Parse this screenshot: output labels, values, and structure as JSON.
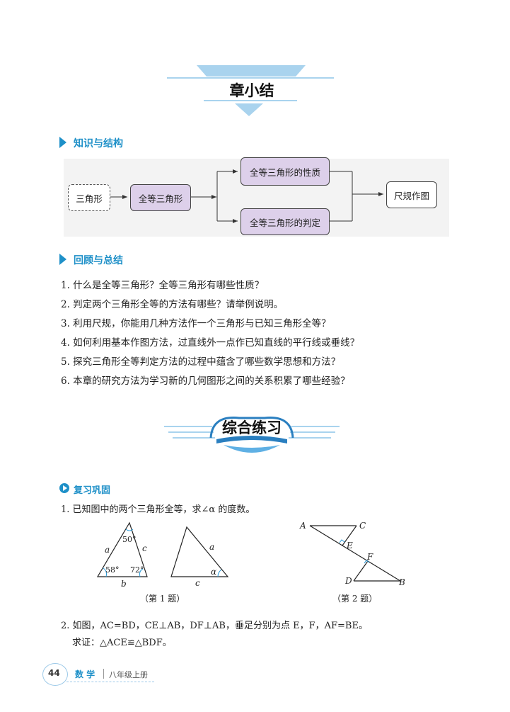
{
  "chapter_summary": {
    "title": "章小结"
  },
  "section_knowledge": {
    "title": "知识与结构"
  },
  "flow": {
    "start": "三角形",
    "congruent": "全等三角形",
    "property": "全等三角形的性质",
    "judgement": "全等三角形的判定",
    "end": "尺规作图"
  },
  "section_review": {
    "title": "回顾与总结",
    "questions": [
      "1. 什么是全等三角形？全等三角形有哪些性质？",
      "2. 判定两个三角形全等的方法有哪些？请举例说明。",
      "3. 利用尺规，你能用几种方法作一个三角形与已知三角形全等？",
      "4. 如何利用基本作图方法，过直线外一点作已知直线的平行线或垂线？",
      "5. 探究三角形全等判定方法的过程中蕴含了哪些数学思想和方法？",
      "6. 本章的研究方法为学习新的几何图形之间的关系积累了哪些经验？"
    ]
  },
  "exercises": {
    "title": "综合练习"
  },
  "consolidate": {
    "title": "复习巩固"
  },
  "q1": {
    "text": "1. 已知图中的两个三角形全等，求∠α 的度数。",
    "fig1_caption": "（第 1 题）",
    "fig2_caption": "（第 2 题）",
    "fig1_labels": {
      "a": "a",
      "b": "b",
      "c": "c",
      "angle_top": "50°",
      "angle_left": "58°",
      "angle_right": "72°"
    },
    "fig1b_labels": {
      "a": "a",
      "c": "c",
      "alpha": "α"
    },
    "fig2_labels": {
      "A": "A",
      "B": "B",
      "C": "C",
      "D": "D",
      "E": "E",
      "F": "F"
    }
  },
  "q2": {
    "line1": "2. 如图，AC=BD，CE⊥AB，DF⊥AB，垂足分别为点 E，F，AF=BE。",
    "line2": "求证：△ACE≌△BDF。"
  },
  "footer": {
    "page": "44",
    "subject": "数 学",
    "grade": "八年级上册"
  },
  "colors": {
    "accent": "#1e90c8",
    "box_fill": "#ddd0ea",
    "banner": "#a9d3ee"
  }
}
